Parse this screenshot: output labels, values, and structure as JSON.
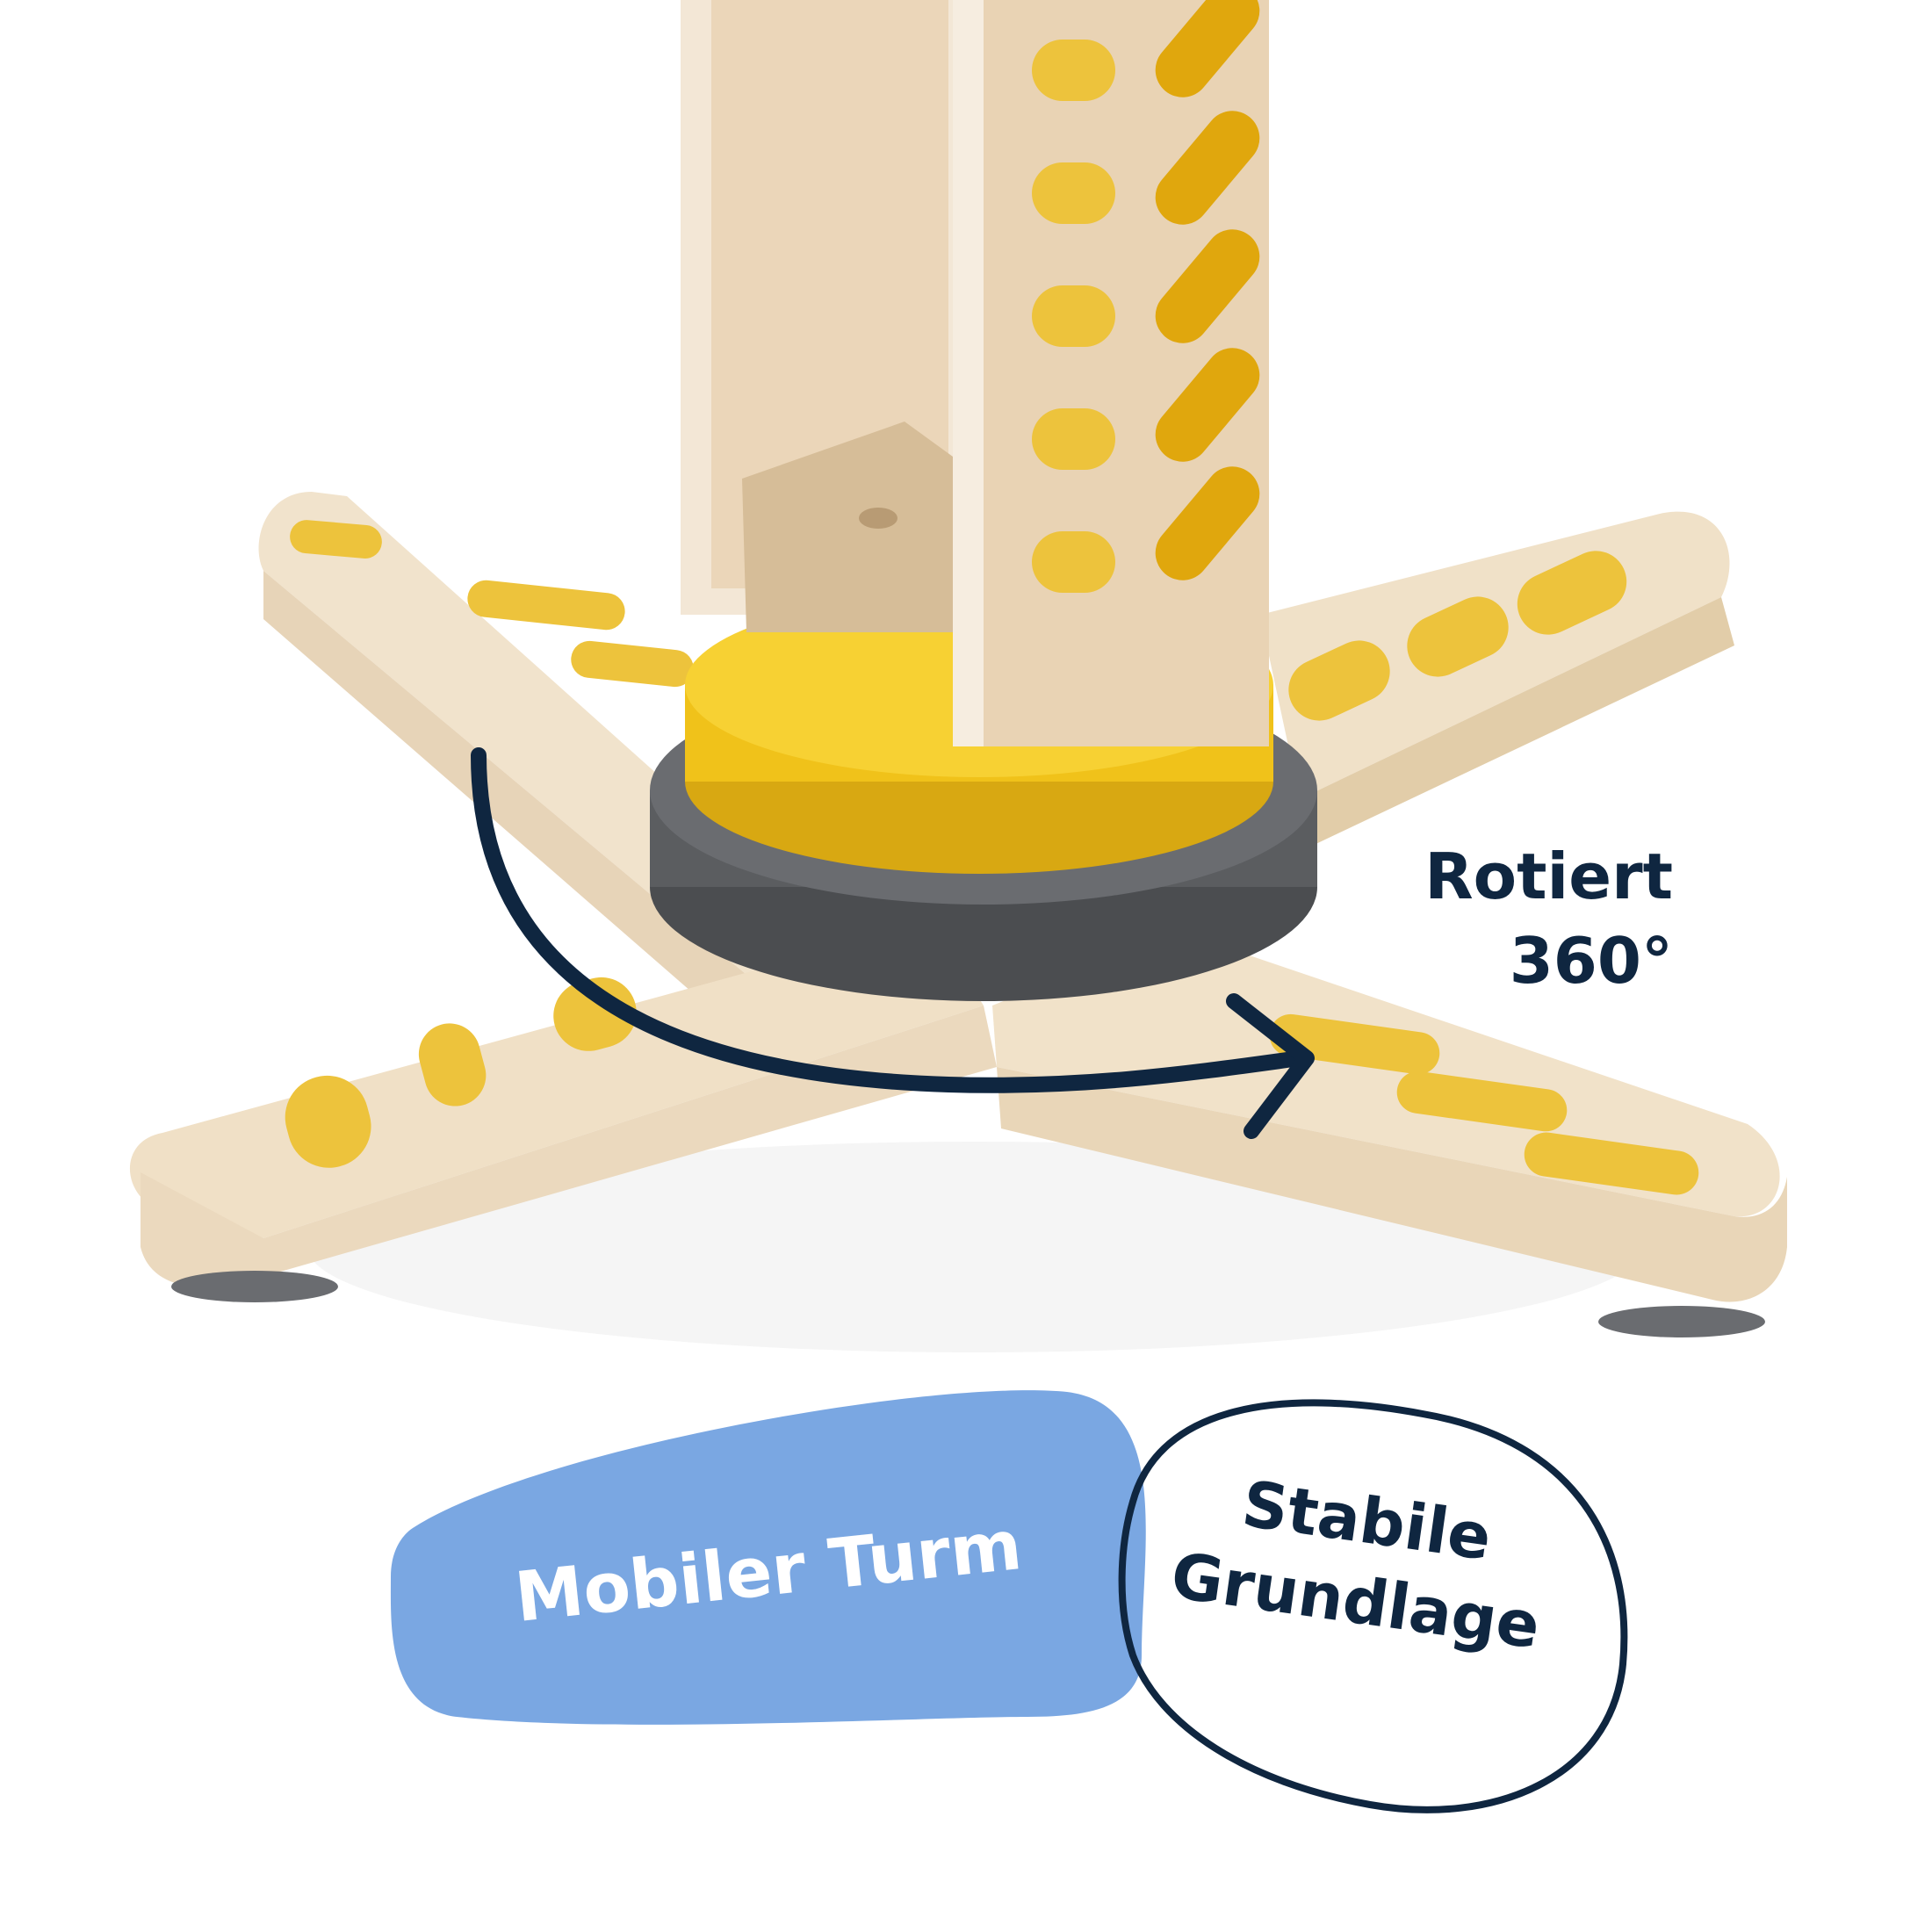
{
  "rotation_caption": {
    "line1": "Rotiert",
    "line2": "360°"
  },
  "badges": {
    "mobile": "Mobiler Turm",
    "stable_line1": "Stabile",
    "stable_line2": "Grundlage"
  },
  "colors": {
    "wood": "#e9d3b4",
    "wood_edge": "#f3e7d6",
    "wood_shadow": "#d6bd98",
    "yellow_pattern": "#edc33c",
    "yellow_disc": "#f0c21a",
    "yellow_disc_dark": "#d8a812",
    "gray_disc": "#5b5d60",
    "gray_disc_dark": "#4b4d50",
    "navy": "#0f2640",
    "blue_badge": "#7aa7e2",
    "white": "#ffffff"
  },
  "icons": {
    "rotation_arrow": "curved-arrow-icon"
  }
}
